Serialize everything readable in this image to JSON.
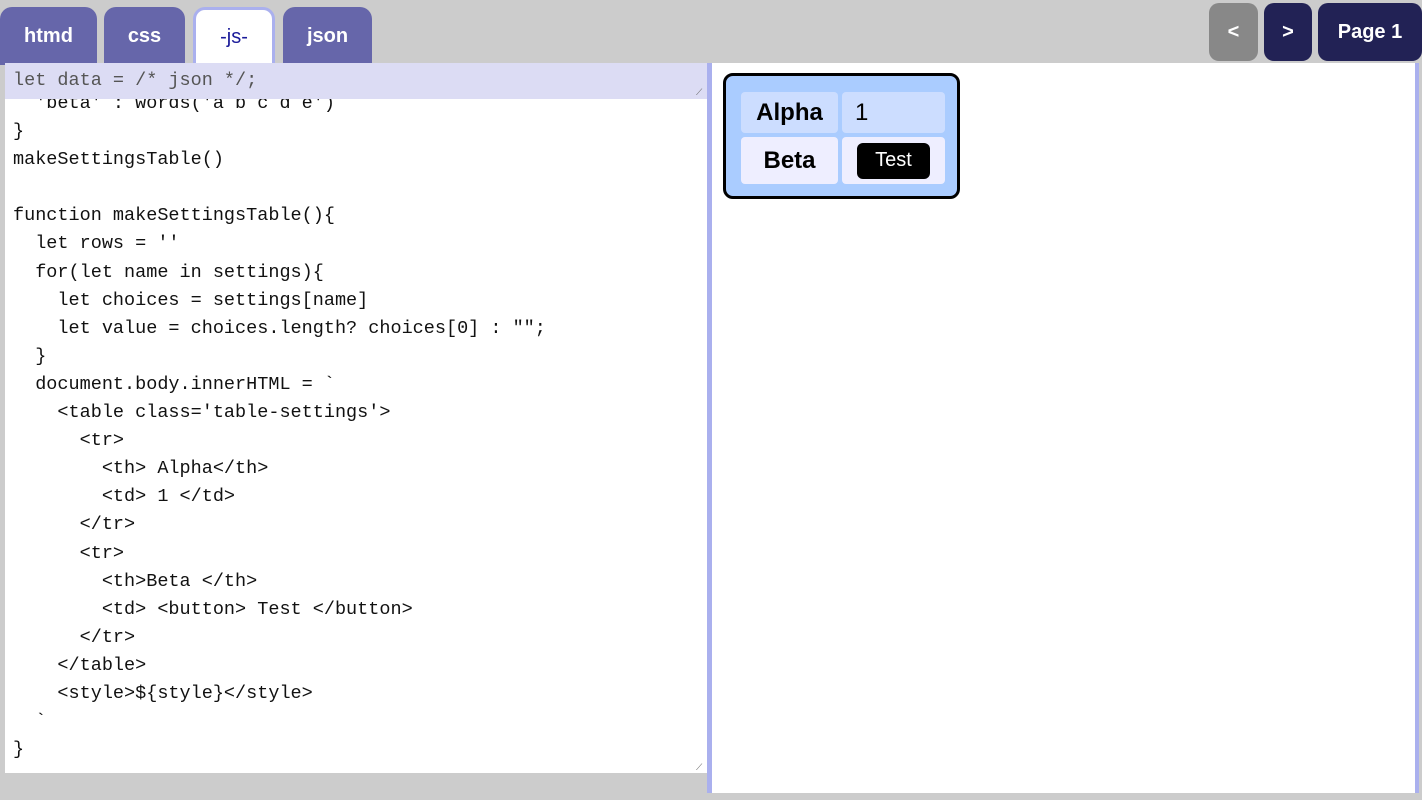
{
  "tabs": [
    {
      "label": "htmd"
    },
    {
      "label": "css"
    },
    {
      "label": "-js-",
      "active": true
    },
    {
      "label": "json"
    }
  ],
  "nav": {
    "prev": "<",
    "next": ">",
    "page": "Page 1"
  },
  "editor": {
    "header_line": "let data = /* json */;",
    "code": "  'beta' : words('a b c d e')\n}\nmakeSettingsTable()\n\nfunction makeSettingsTable(){\n  let rows = ''\n  for(let name in settings){\n    let choices = settings[name]\n    let value = choices.length? choices[0] : \"\";\n  }\n  document.body.innerHTML = `\n    <table class='table-settings'>\n      <tr>\n        <th> Alpha</th>\n        <td> 1 </td>\n      </tr>\n      <tr>\n        <th>Beta </th>\n        <td> <button> Test </button>\n      </tr>\n    </table>\n    <style>${style}</style>\n  `\n}"
  },
  "preview": {
    "rows": [
      {
        "label": "Alpha",
        "value": "1"
      },
      {
        "label": "Beta",
        "button": "Test"
      }
    ]
  },
  "colors": {
    "tab": "#6666aa",
    "nav_dark": "#222255",
    "nav_disabled": "#888888",
    "table_bg": "#aaccff"
  }
}
